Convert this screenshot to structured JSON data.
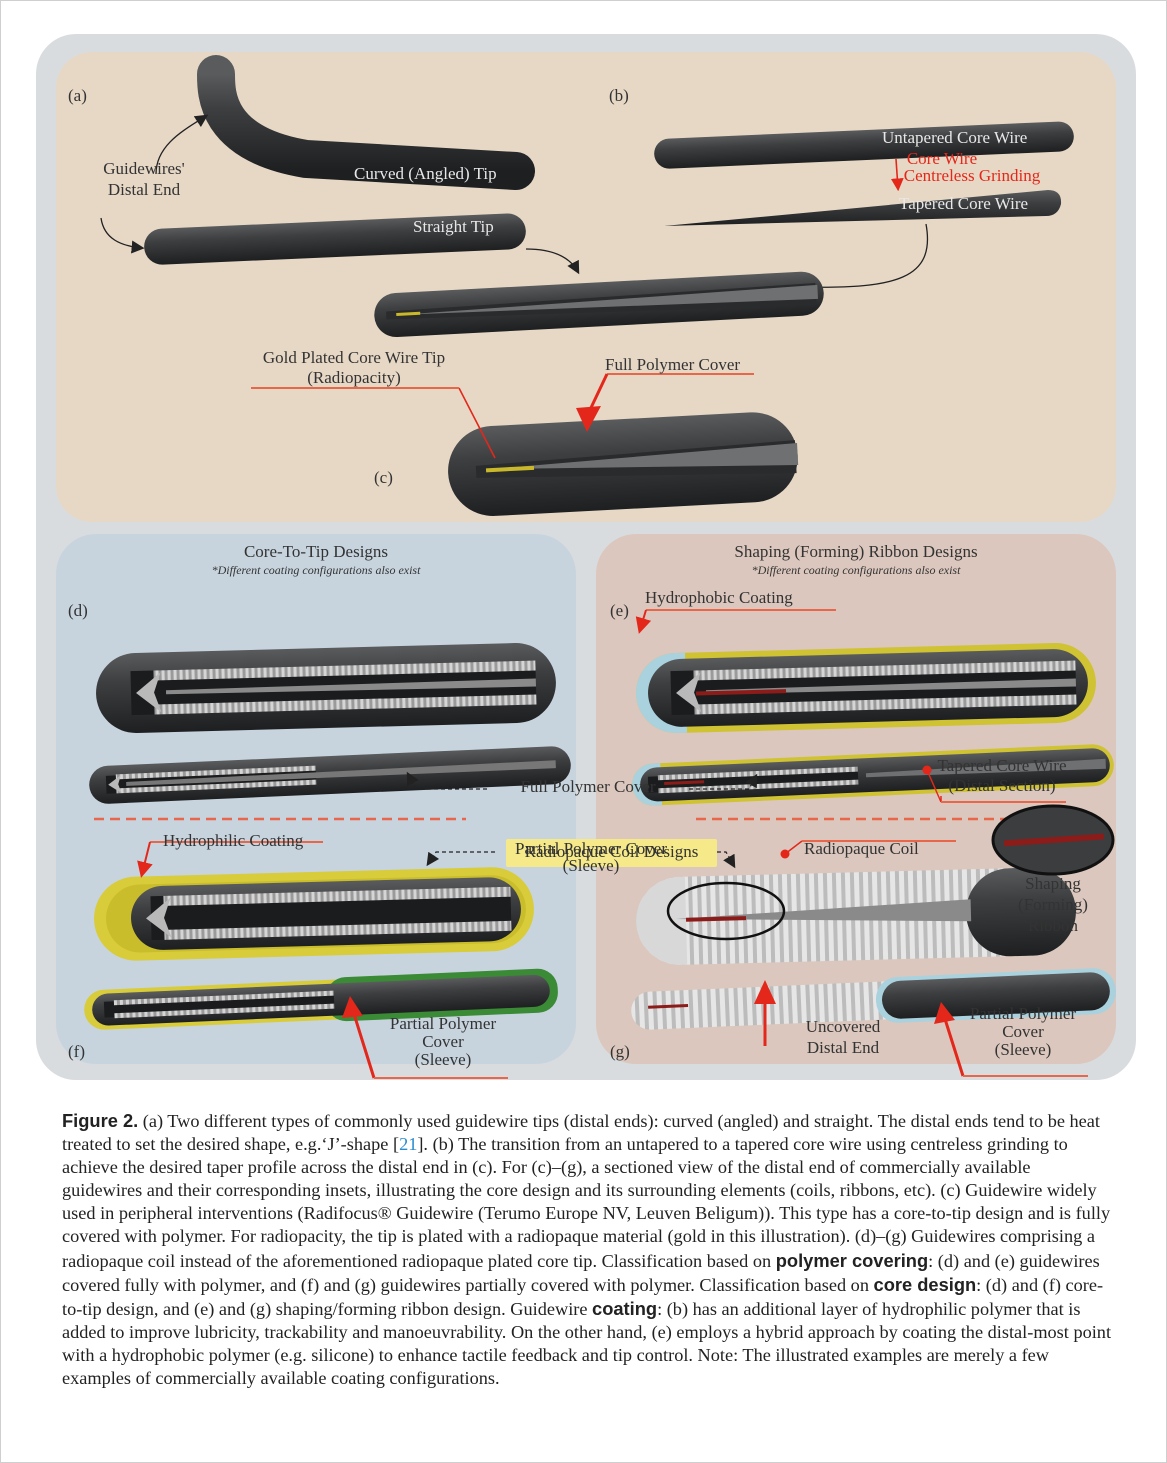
{
  "figure": {
    "panels": {
      "a": "(a)",
      "b": "(b)",
      "c": "(c)",
      "d": "(d)",
      "e": "(e)",
      "f": "(f)",
      "g": "(g)"
    },
    "panel_a": {
      "distal_end_line1": "Guidewires'",
      "distal_end_line2": "Distal End",
      "curved_tip": "Curved (Angled) Tip",
      "straight_tip": "Straight Tip"
    },
    "panel_b": {
      "untapered": "Untapered Core Wire",
      "grinding_line1": "Core Wire",
      "grinding_line2": "Centreless Grinding",
      "tapered": "Tapered Core Wire"
    },
    "panel_c": {
      "gold_line1": "Gold Plated Core Wire Tip",
      "gold_line2": "(Radiopacity)",
      "full_cover": "Full Polymer Cover"
    },
    "left_section": {
      "title": "Core-To-Tip Designs",
      "note": "*Different coating configurations also exist"
    },
    "right_section": {
      "title": "Shaping (Forming) Ribbon Designs",
      "note": "*Different coating configurations also exist"
    },
    "labels": {
      "hydrophobic": "Hydrophobic Coating",
      "full_polymer_cover": "Full Polymer Cover",
      "tapered_core_line1": "Tapered Core Wire",
      "tapered_core_line2": "(Distal Section)",
      "radiopaque_coil_designs": "Radiopaque Coil Designs",
      "hydrophilic": "Hydrophilic Coating",
      "partial_cover_line1": "Partial Polymer Cover",
      "partial_cover_line2": "(Sleeve)",
      "radiopaque_coil": "Radiopaque Coil",
      "shaping_line1": "Shaping",
      "shaping_line2": "(Forming)",
      "shaping_line3": "Ribbon",
      "f_partial_line1": "Partial Polymer",
      "f_partial_line2": "Cover",
      "f_partial_line3": "(Sleeve)",
      "uncovered_line1": "Uncovered",
      "uncovered_line2": "Distal End",
      "g_partial_line1": "Partial Polymer",
      "g_partial_line2": "Cover",
      "g_partial_line3": "(Sleeve)"
    }
  },
  "caption": {
    "label": "Figure 2.",
    "p1": " (a) Two different types of commonly used guidewire tips (distal ends): curved (angled) and straight. The distal ends tend to be heat treated to set the desired shape, e.g.‘J’-shape [",
    "ref": "21",
    "p2": "]. (b) The transition from an untapered to a tapered core wire using centreless grinding to achieve the desired taper profile across the distal end in (c). For (c)–(g), a sectioned view of the distal end of commercially available guidewires and their corresponding insets, illustrating the core design and its surrounding elements (coils, ribbons, etc). (c) Guidewire widely used in peripheral interventions (Radifocus® Guidewire (Terumo Europe NV, Leuven Beligum)). This type has a core-to-tip design and is fully covered with polymer. For radiopacity, the tip is plated with a radiopaque material (gold in this illustration). (d)–(g) Guidewires comprising a radiopaque coil instead of the aforementioned radiopaque plated core tip. Classification based on ",
    "b1": "polymer covering",
    "p3": ": (d) and (e) guidewires covered fully with polymer, and (f) and (g) guidewires partially covered with polymer. Classification based on ",
    "b2": "core design",
    "p4": ": (d) and (f) core-to-tip design, and (e) and (g) shaping/forming ribbon design. Guidewire ",
    "b3": "coating",
    "p5": ": (b) has an additional layer of hydrophilic polymer that is added to improve lubricity, trackability and manoeuvrability. On the other hand, (e) employs a hybrid approach by coating the distal-most point with a hydrophobic polymer (e.g. silicone) to enhance tactile feedback and tip control. Note: The illustrated examples are merely a few examples of commercially available coating configurations."
  },
  "colors": {
    "outer_bg": "#d9dcdf",
    "top_panel": "#e7d8c6",
    "left_panel": "#c7d4de",
    "right_panel": "#dbc7bd",
    "wire_dark": "#3c3d3f",
    "accent_red": "#e3281b",
    "gold": "#c9b92a",
    "yellow_coat": "#d8cc3a",
    "blue_coat": "#a9d2de",
    "green_coat": "#3a8a36"
  }
}
